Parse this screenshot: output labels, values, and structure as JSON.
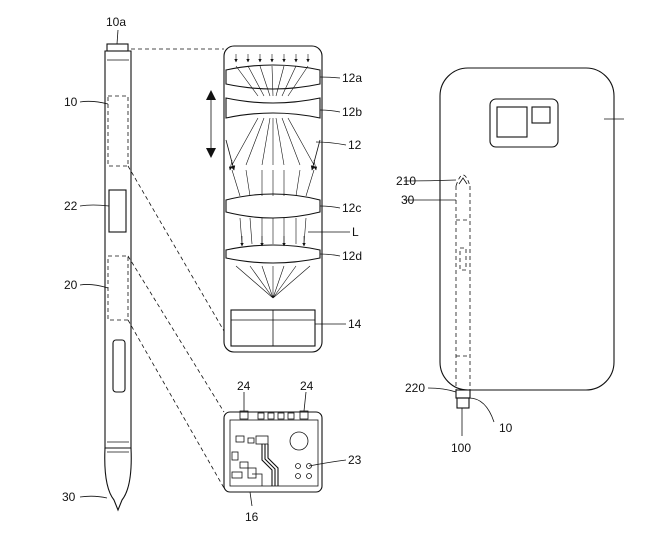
{
  "figure": {
    "labels": {
      "pen_tip": "10a",
      "pen_body": "10",
      "button": "22",
      "module": "20",
      "pen_end": "30",
      "lens_a": "12a",
      "lens_b": "12b",
      "lens_group": "12",
      "lens_c": "12c",
      "light": "L",
      "lens_d": "12d",
      "sensor": "14",
      "board_left": "24",
      "board_right": "24",
      "board_chip": "23",
      "board": "16",
      "device_slot_top": "210",
      "device_pen_end": "30",
      "device_slot_bottom": "220",
      "device_pen_tip": "10",
      "device_base": "100"
    }
  }
}
